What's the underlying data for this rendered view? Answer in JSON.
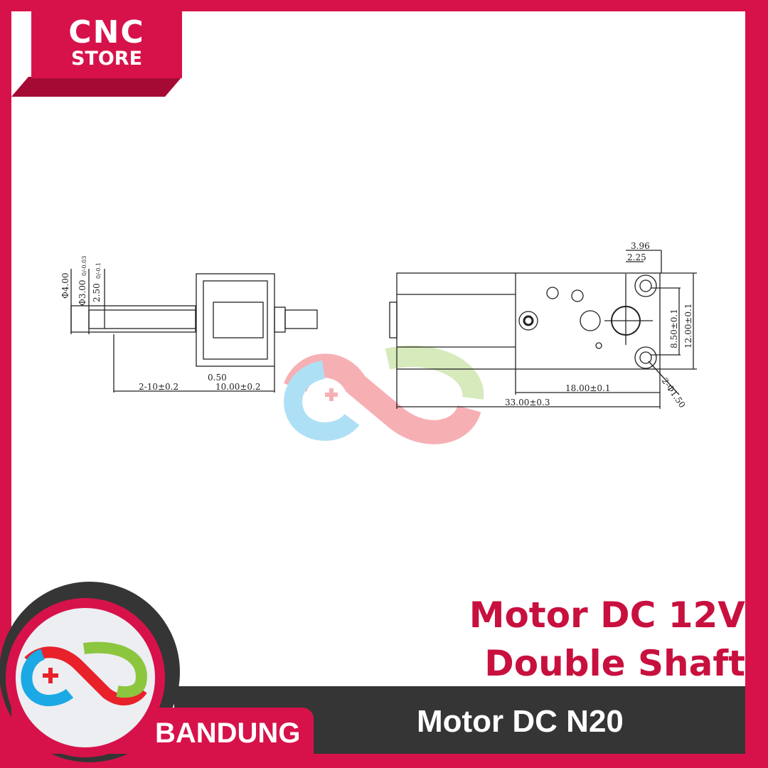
{
  "brand": {
    "logo_line1": "CNC",
    "logo_line2": "STORE",
    "city": "BANDUNG"
  },
  "product": {
    "title_line1": "Motor DC 12V",
    "title_line2": "Double Shaft",
    "subtitle": "Motor DC N20"
  },
  "dimensions": {
    "side_view": {
      "dia_outer": "Φ4.00",
      "dia_shaft": "Φ3.00",
      "dia_shaft_tol": "0/-0.03",
      "flat": "2.50",
      "flat_tol": "0/-0.1",
      "gap": "0.50",
      "shaft_len": "2-10±0.2",
      "gearbox_len": "10.00±0.2"
    },
    "front_view": {
      "w1": "3.96",
      "w2": "2.25",
      "hole_spacing": "8.50±0.1",
      "height": "12.00±0.1",
      "gearbox_len": "18.00±0.1",
      "total_len": "33.00±0.3",
      "holes": "2-Φ1.50"
    }
  },
  "colors": {
    "brand": "#d7124a",
    "dark": "#353535",
    "blue": "#1aa9e4",
    "red": "#e8212b",
    "green": "#8cc63f"
  }
}
